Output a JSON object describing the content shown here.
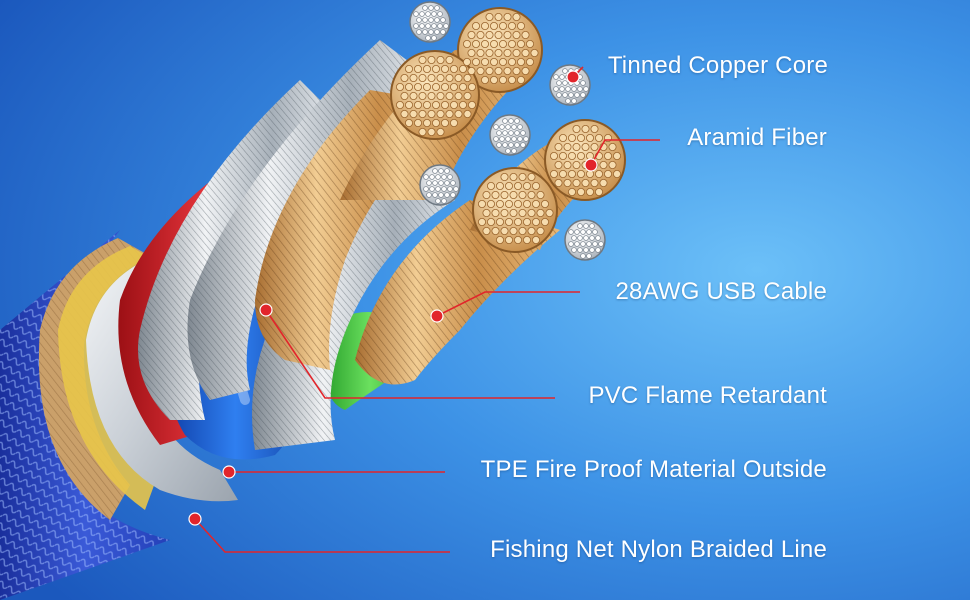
{
  "colors": {
    "background": "#2f83d9",
    "leader": "#e2252b",
    "copper": "#e6b87a",
    "tinned": "#d8dde4",
    "blue_jacket": "#1d62d8",
    "red_jacket": "#d8242a",
    "green_jacket": "#3fbf3a",
    "braid": "#2440b8",
    "ring_gold": "#e8c54a"
  },
  "labels": [
    {
      "id": "tinned-copper-core",
      "text": "Tinned Copper Core"
    },
    {
      "id": "aramid-fiber",
      "text": "Aramid Fiber"
    },
    {
      "id": "usb-cable-28awg",
      "text": "28AWG USB Cable"
    },
    {
      "id": "pvc-flame-retardant",
      "text": "PVC Flame Retardant"
    },
    {
      "id": "tpe-fire-proof",
      "text": "TPE Fire Proof Material Outside"
    },
    {
      "id": "nylon-braided-line",
      "text": "Fishing Net Nylon Braided Line"
    }
  ]
}
